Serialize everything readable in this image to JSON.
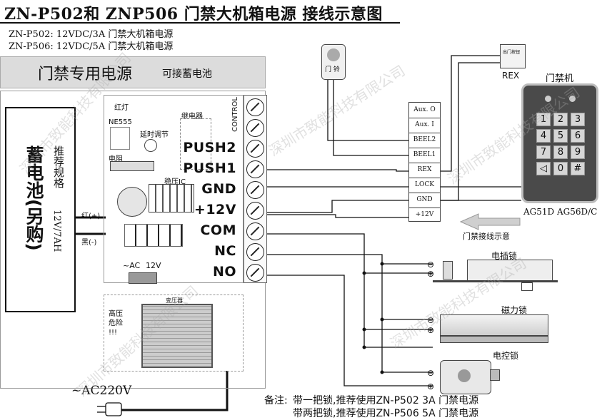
{
  "title": "ZN-P502和 ZNP506 门禁大机箱电源 接线示意图",
  "specs": [
    "ZN-P502: 12VDC/3A 门禁大机箱电源",
    "ZN-P506: 12VDC/5A 门禁大机箱电源"
  ],
  "banner": {
    "main": "门禁专用电源",
    "sub": "可接蓄电池"
  },
  "battery": {
    "name": "蓄电池(另购)",
    "recommend": "推荐规格",
    "spec": "12V/7AH",
    "red": "红(+)",
    "black": "黑(-)"
  },
  "pcb": {
    "red_led": "红灯",
    "chip": "NE555",
    "delay": "延时调节",
    "resistor": "电阻",
    "relay": "继电器",
    "regulator": "稳压IC",
    "ac_label": "~AC",
    "dc_label": "12V",
    "transformer": "变压器",
    "hv_warning": "高压\n危险\n!!!",
    "control": "CONTROL"
  },
  "terminals": [
    "PUSH2",
    "PUSH1",
    "GND",
    "+12V",
    "COM",
    "NC",
    "NO"
  ],
  "connector": {
    "rows": [
      "Aux. O",
      "Aux. I",
      "BEEL2",
      "BEEL1",
      "REX",
      "LOCK",
      "GND",
      "+12V"
    ]
  },
  "bell": {
    "label": "门 铃"
  },
  "rex": {
    "label": "REX",
    "button_text": "出门按钮"
  },
  "keypad": {
    "title": "门禁机",
    "model": "AG51D AG56D/C",
    "keys": [
      "1",
      "2",
      "3",
      "4",
      "5",
      "6",
      "7",
      "8",
      "9",
      "◁",
      "0",
      "#"
    ]
  },
  "arrow_label": "门禁接线示意",
  "locks": {
    "bolt": "电插锁",
    "mag": "磁力锁",
    "electric": "电控锁"
  },
  "polarity": {
    "minus": "⊖",
    "plus": "⊕"
  },
  "ac_input": "~AC220V",
  "watermark": "深圳市致能科技有限公司",
  "note": {
    "prefix": "备注:",
    "line1": "带一把锁,推荐使用ZN-P502 3A 门禁电源",
    "line2": "带两把锁,推荐使用ZN-P506 5A 门禁电源"
  },
  "colors": {
    "line": "#111111",
    "banner": "#dcdcdc",
    "keypad": "#4a4a4a"
  }
}
